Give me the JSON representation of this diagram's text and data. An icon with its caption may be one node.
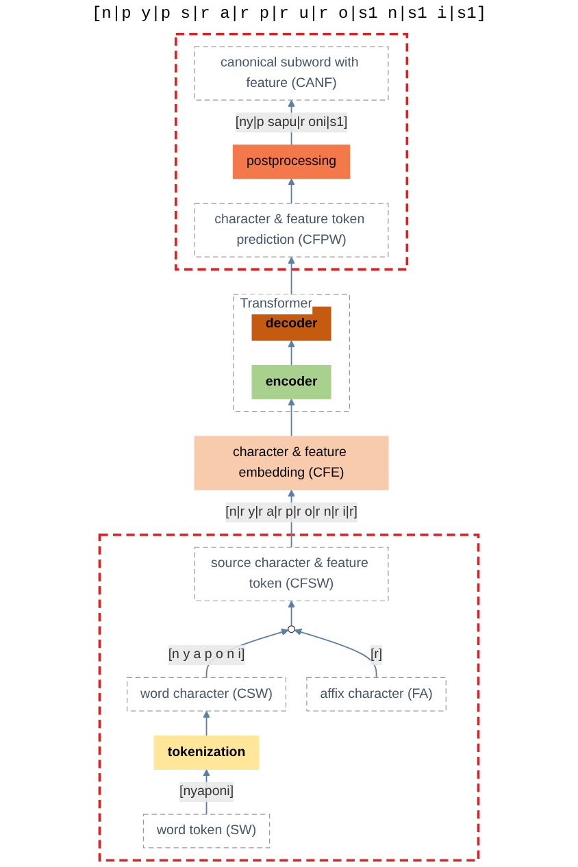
{
  "diagram": {
    "nodes": [
      {
        "text": [],
        "shape": "box"
      },
      {
        "text": [
          "canonical subword with feature (CANF)"
        ],
        "in": 0
      },
      {
        "text": [
          "postprocessing"
        ],
        "in": 0
      },
      {
        "text": [
          "character & feature token prediction (CFPW)"
        ],
        "in": 0
      },
      {
        "text": [
          "Transformer"
        ]
      },
      {
        "text": [
          "encoder"
        ],
        "in": 4
      },
      {
        "text": [
          "decoder"
        ],
        "in": 4
      },
      {
        "text": [
          "character & feature embedding (CFE)"
        ]
      },
      {
        "text": [],
        "shape": "box"
      },
      {
        "text": [
          "source character & feature token (CFSW)"
        ],
        "in": 8
      },
      {
        "text": [],
        "shape": "circle",
        "in": 8
      },
      {
        "text": [
          "word character (CSW)"
        ],
        "in": 8
      },
      {
        "text": [
          "affix character (FA)"
        ],
        "in": 8
      },
      {
        "text": [
          "tokenization"
        ],
        "in": 8
      },
      {
        "text": [
          "word token (SW)"
        ],
        "in": 8
      }
    ],
    "edges": [
      {
        "from": 2,
        "to": 1,
        "arrow": "to",
        "label": "[ny|p sapu|r oni|s1]"
      },
      {
        "from": 3,
        "to": 2,
        "arrow": "to"
      },
      {
        "from": 6,
        "to": 3,
        "arrow": "to"
      },
      {
        "from": 5,
        "to": 6,
        "arrow": "to"
      },
      {
        "from": 7,
        "to": 5,
        "arrow": "to"
      },
      {
        "from": 9,
        "to": 7,
        "arrow": "to",
        "label": "[n|r y|r a|r p|r o|r n|r i|r]"
      },
      {
        "from": 10,
        "to": 9,
        "arrow": "to"
      },
      {
        "from": 11,
        "to": 10,
        "arrow": "to",
        "label": "[n y a p o n i]"
      },
      {
        "from": 12,
        "to": 10,
        "arrow": "to",
        "label": "[r]"
      },
      {
        "from": 13,
        "to": 11,
        "arrow": "to"
      },
      {
        "from": 14,
        "to": 13,
        "arrow": "to",
        "label": "[nyaponi]"
      }
    ],
    "labels": [
      "[n|p y|p s|r a|r p|r u|r o|s1 n|s1 i|s1]"
    ]
  }
}
